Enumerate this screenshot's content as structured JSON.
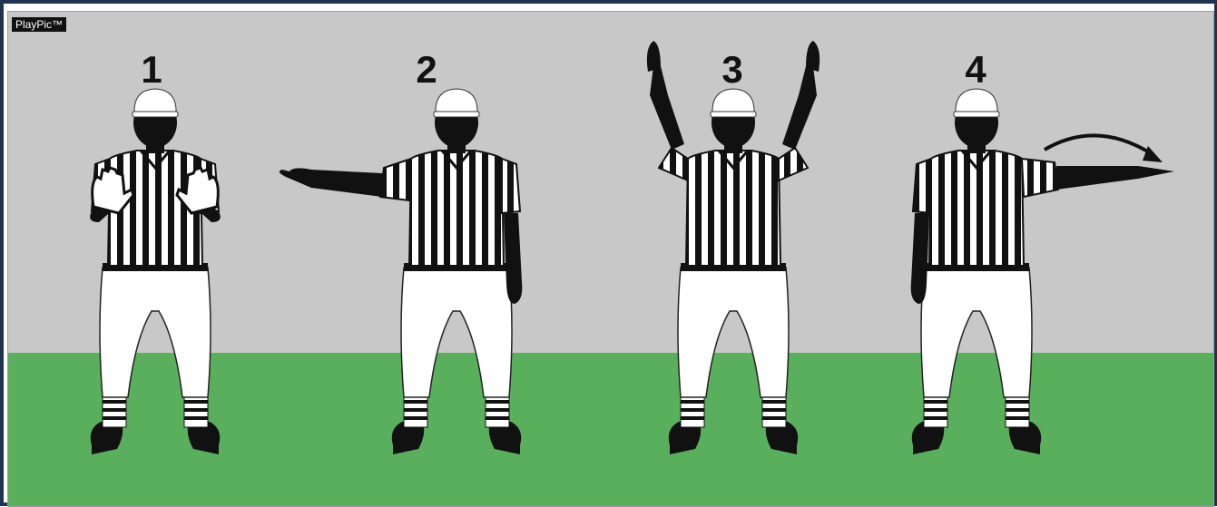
{
  "brand": "PlayPic™",
  "signals": [
    {
      "number": "1"
    },
    {
      "number": "2"
    },
    {
      "number": "3"
    },
    {
      "number": "4"
    }
  ],
  "colors": {
    "background_sky": "#c8c8c8",
    "field_green": "#5aaf5d",
    "frame": "#1f3350"
  }
}
